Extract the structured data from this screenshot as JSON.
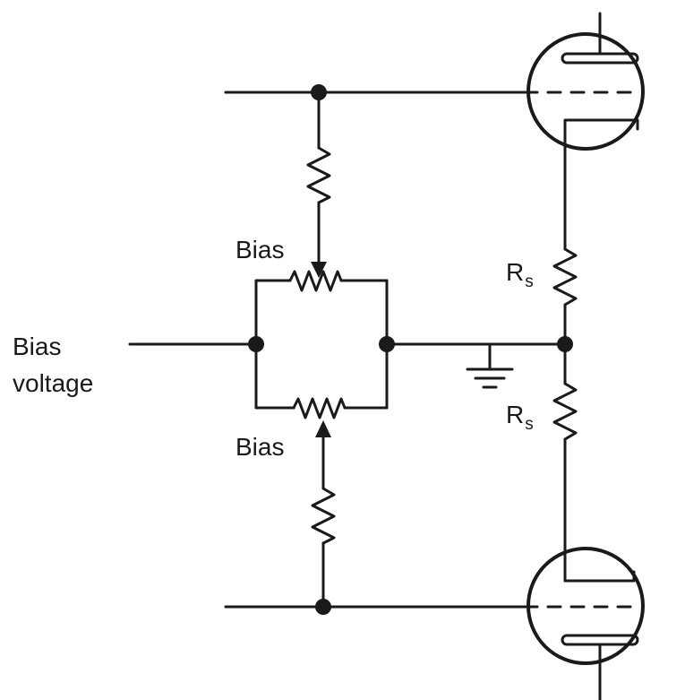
{
  "labels": {
    "bias_voltage_line1": "Bias",
    "bias_voltage_line2": "voltage",
    "bias_top": "Bias",
    "bias_bottom": "Bias",
    "rs_top_main": "R",
    "rs_top_sub": "s",
    "rs_bottom_main": "R",
    "rs_bottom_sub": "s"
  }
}
